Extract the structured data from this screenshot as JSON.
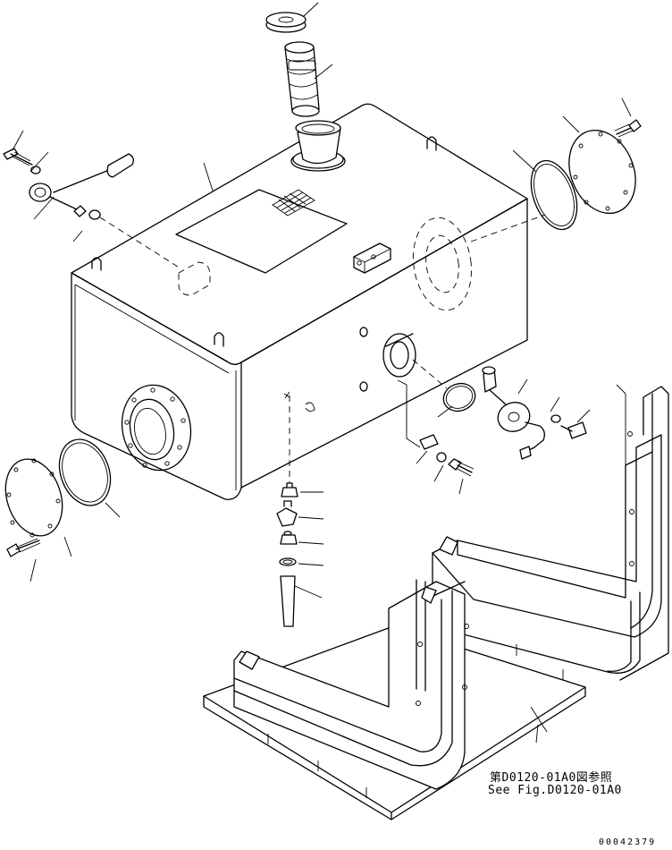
{
  "reference": {
    "line_jp": "第D0120-01A0図参照",
    "line_en": "See Fig.D0120-01A0"
  },
  "figure_code": "00042379"
}
